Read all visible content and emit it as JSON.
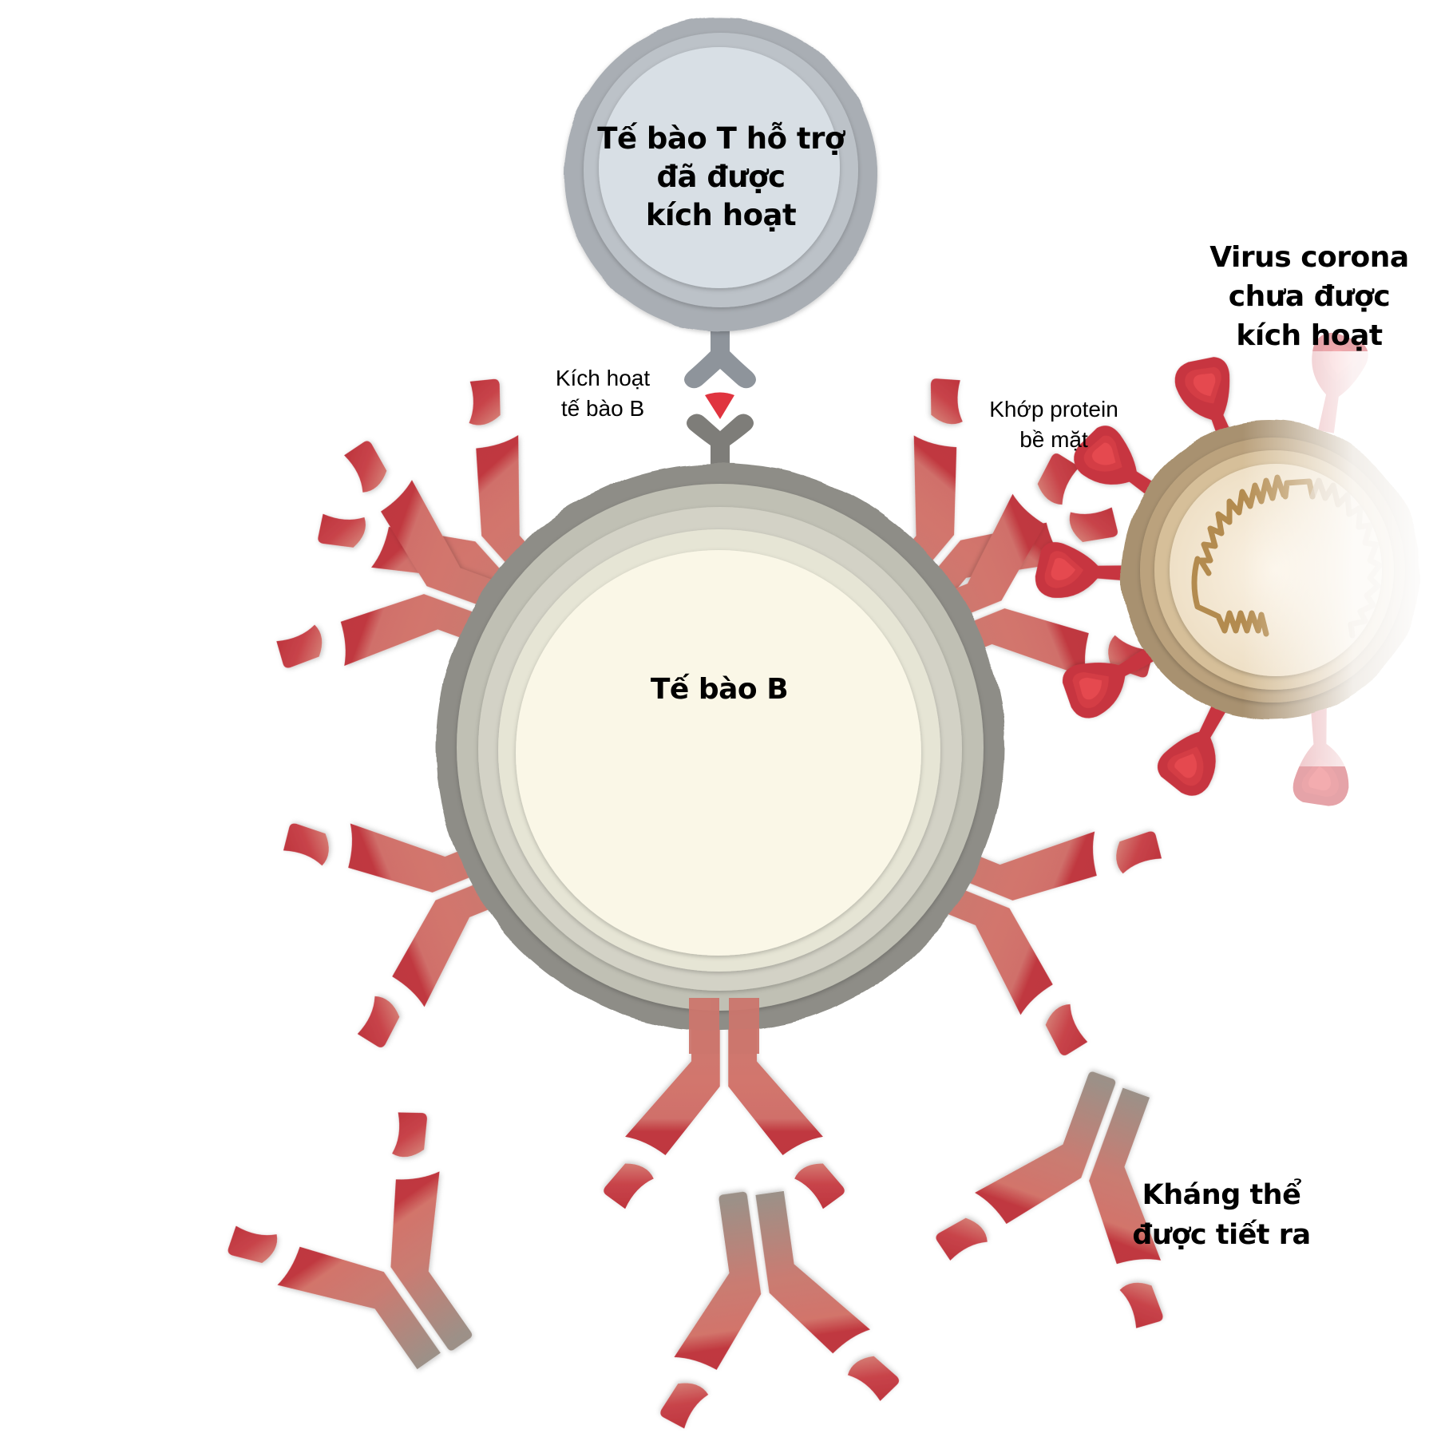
{
  "diagram": {
    "t_cell": {
      "label_lines": [
        "Tế bào T hỗ trợ",
        "đã được",
        "kích hoạt"
      ],
      "colors": {
        "outer": "#a7acb2",
        "middle": "#bcc2c8",
        "inner": "#d8dfe5",
        "receptor": "#8e949b"
      }
    },
    "b_cell": {
      "label": "Tế bào B",
      "colors": {
        "ring1": "#8e8d87",
        "ring2": "#c0c0b4",
        "ring3": "#d3d2c6",
        "ring4": "#e6e5d5",
        "core": "#faf7e7"
      }
    },
    "virus": {
      "label_lines": [
        "Virus corona",
        "chưa được",
        "kích hoạt"
      ],
      "colors": {
        "ring_outer": "#a8916f",
        "ring_mid": "#c3ae8b",
        "core": "#f1e3ca",
        "rna": "#b38b4f",
        "spike": "#c7353f",
        "spike_inner": "#e0444c"
      }
    },
    "annotations": {
      "activate_b_cell": [
        "Kích hoạt",
        "tế bào B"
      ],
      "surface_protein_match": [
        "Khớp protein",
        "bề mặt"
      ],
      "antibodies_released": [
        "Kháng thể",
        "được tiết ra"
      ]
    },
    "antigen_color": "#e0343f",
    "antibody_colors": {
      "tip": "#bf3840",
      "body": "#d0746c",
      "fade": "#9c9188"
    }
  }
}
